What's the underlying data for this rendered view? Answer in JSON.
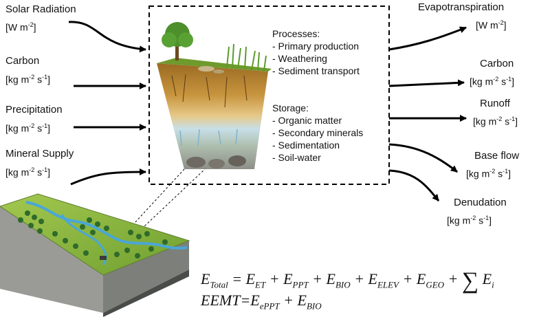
{
  "inputs": [
    {
      "name": "Solar Radiation",
      "unit_base": "[W m",
      "unit_sup": "-2",
      "unit_tail": "]"
    },
    {
      "name": "Carbon",
      "unit_base": "[kg m",
      "unit_sup": "-2",
      "unit_mid": " s",
      "unit_sup2": "-1",
      "unit_tail": "]"
    },
    {
      "name": "Precipitation",
      "unit_base": "[kg m",
      "unit_sup": "-2",
      "unit_mid": " s",
      "unit_sup2": "-1",
      "unit_tail": "]"
    },
    {
      "name": "Mineral Supply",
      "unit_base": "[kg m",
      "unit_sup": "-2",
      "unit_mid": " s",
      "unit_sup2": "-1",
      "unit_tail": "]"
    }
  ],
  "outputs": [
    {
      "name": "Evapotranspiration",
      "unit_base": "[W m",
      "unit_sup": "-2",
      "unit_tail": "]"
    },
    {
      "name": "Carbon",
      "unit_base": "[kg m",
      "unit_sup": "-2",
      "unit_mid": " s",
      "unit_sup2": "-1",
      "unit_tail": "]"
    },
    {
      "name": "Runoff",
      "unit_base": "[kg m",
      "unit_sup": "-2",
      "unit_mid": " s",
      "unit_sup2": "-1",
      "unit_tail": "]"
    },
    {
      "name": "Base flow",
      "unit_base": "[kg m",
      "unit_sup": "-2",
      "unit_mid": " s",
      "unit_sup2": "-1",
      "unit_tail": "]"
    },
    {
      "name": "Denudation",
      "unit_base": "[kg m",
      "unit_sup": "-2",
      "unit_mid": " s",
      "unit_sup2": "-1",
      "unit_tail": "]"
    }
  ],
  "processes": {
    "heading": "Processes:",
    "items": [
      "- Primary production",
      "- Weathering",
      "- Sediment transport"
    ]
  },
  "storage": {
    "heading": "Storage:",
    "items": [
      "- Organic matter",
      "- Secondary minerals",
      "- Sedimentation",
      "- Soil-water"
    ]
  },
  "equations": {
    "total": {
      "lhs_E": "E",
      "lhs_sub": "Total",
      "terms": [
        {
          "E": "E",
          "sub": "ET"
        },
        {
          "E": "E",
          "sub": "PPT"
        },
        {
          "E": "E",
          "sub": "BIO"
        },
        {
          "E": "E",
          "sub": "ELEV"
        },
        {
          "E": "E",
          "sub": "GEO"
        }
      ],
      "sum_symbol": "∑",
      "sum_E": "E",
      "sum_sub": "i"
    },
    "eemt": {
      "lhs": "EEMT=",
      "t1_E": "E",
      "t1_sub": "ePPT",
      "t2_E": "E",
      "t2_sub": "BIO"
    }
  },
  "colors": {
    "arrow": "#000000",
    "box_border": "#000000",
    "topsoil": "#b5822f",
    "subsoil": "#d9b878",
    "water_zone": "#bcd9e6",
    "bedrock": "#8a8c86",
    "grass": "#7bb339",
    "river": "#4aa6d6"
  }
}
